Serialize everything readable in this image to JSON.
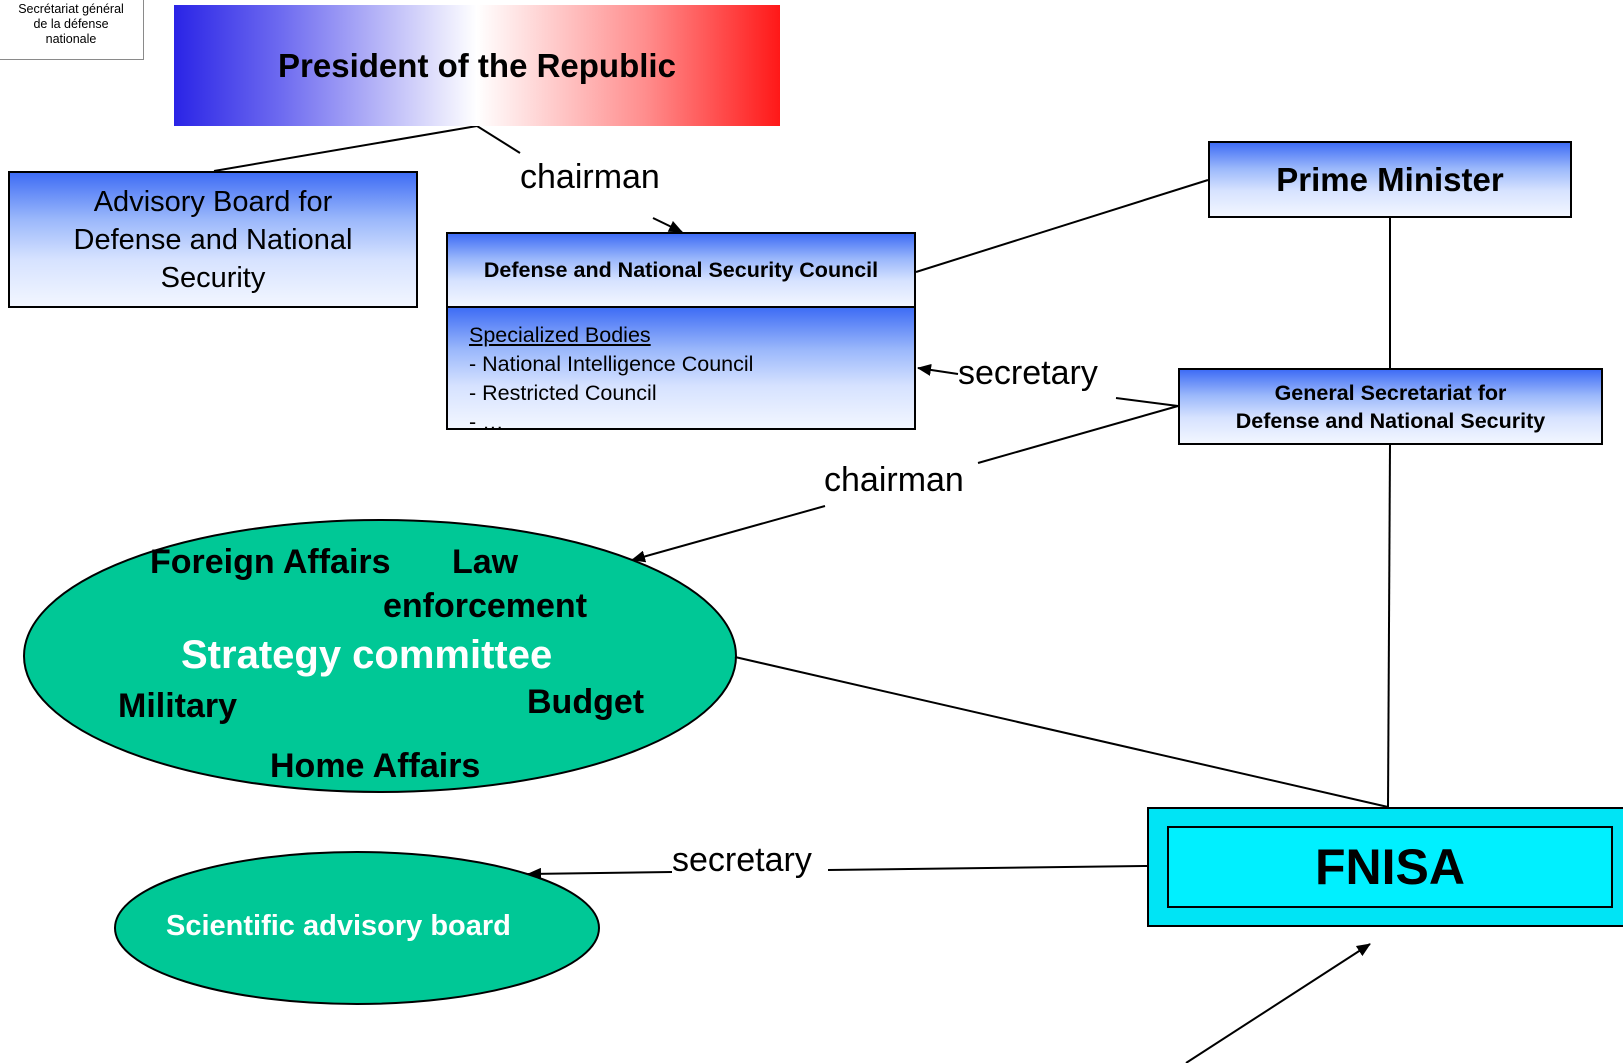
{
  "logo": {
    "line1": "Secrétariat général",
    "line2": "de la défense",
    "line3": "nationale"
  },
  "president": "President of the Republic",
  "advisory_board": "Advisory Board for Defense and National Security",
  "council": {
    "title": "Defense and National Security Council",
    "bodies_heading": "Specialized Bodies",
    "bodies": [
      "- National Intelligence Council",
      "- Restricted Council",
      "- …"
    ]
  },
  "prime_minister": "Prime Minister",
  "general_secretariat": {
    "line1": "General Secretariat for",
    "line2": "Defense and National Security"
  },
  "labels": {
    "chairman_top": "chairman",
    "secretary_top": "secretary",
    "chairman_mid": "chairman",
    "secretary_bottom": "secretary"
  },
  "strategy_committee": {
    "title": "Strategy committee",
    "members": {
      "foreign_affairs": "Foreign Affairs",
      "law_enforcement": "Law enforcement",
      "military": "Military",
      "budget": "Budget",
      "home_affairs": "Home Affairs"
    }
  },
  "scientific_board": "Scientific advisory board",
  "fnisa": "FNISA",
  "colors": {
    "ellipse": "#00c896",
    "fnisa": "#00f0ff",
    "box_blue": "#3f6df5"
  }
}
